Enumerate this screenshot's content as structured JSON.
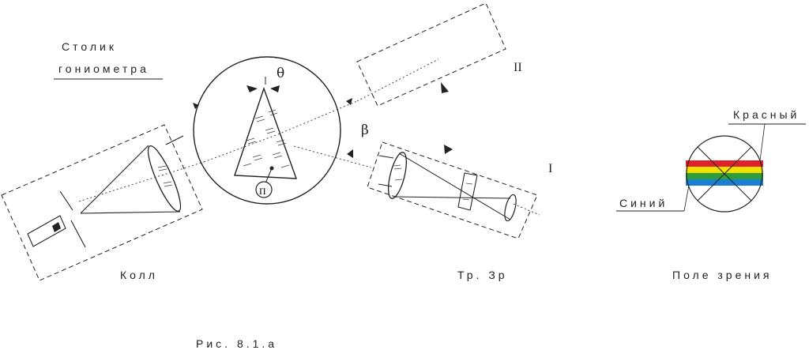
{
  "labels": {
    "table": [
      "Столик",
      "гониометра"
    ],
    "collimator": "Колл",
    "telescope": "Тр. Зр",
    "field_of_view": "Поле зрения",
    "red": "Красный",
    "blue": "Синий",
    "figure": "Рис. 8.1.а",
    "theta": "θ",
    "beta": "β",
    "pos_one": "I",
    "pos_two": "II",
    "pointer_n": "п"
  },
  "spectrum_colors": [
    "#e0202a",
    "#f4e000",
    "#2e9e3c",
    "#1a7fd0"
  ]
}
